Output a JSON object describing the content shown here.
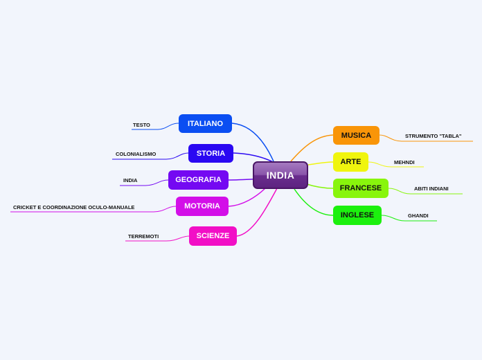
{
  "central": {
    "label": "INDIA",
    "color": "#7b3fa0"
  },
  "left_branches": [
    {
      "label": "ITALIANO",
      "color": "#0b4ef2",
      "leaf": "TESTO"
    },
    {
      "label": "STORIA",
      "color": "#2a08f2",
      "leaf": "COLONIALISMO"
    },
    {
      "label": "GEOGRAFIA",
      "color": "#7409f2",
      "leaf": "INDIA"
    },
    {
      "label": "MOTORIA",
      "color": "#d30fe8",
      "leaf": "CRICKET E COORDINAZIONE OCULO-MANUALE"
    },
    {
      "label": "SCIENZE",
      "color": "#f20fc6",
      "leaf": "TERREMOTI"
    }
  ],
  "right_branches": [
    {
      "label": "MUSICA",
      "color": "#f99508",
      "leaf": "STRUMENTO \"TABLA\""
    },
    {
      "label": "ARTE",
      "color": "#f0f50e",
      "leaf": "MEHNDI"
    },
    {
      "label": "FRANCESE",
      "color": "#88f50c",
      "leaf": "ABITI INDIANI"
    },
    {
      "label": "INGLESE",
      "color": "#1cf00e",
      "leaf": "GHANDI"
    }
  ]
}
